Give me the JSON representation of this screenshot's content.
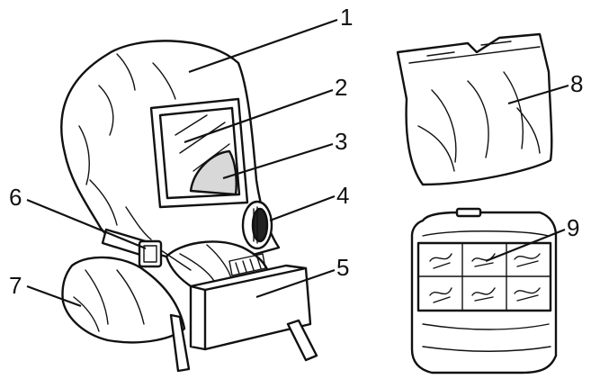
{
  "callouts": [
    {
      "id": "1",
      "label": "1"
    },
    {
      "id": "2",
      "label": "2"
    },
    {
      "id": "3",
      "label": "3"
    },
    {
      "id": "4",
      "label": "4"
    },
    {
      "id": "5",
      "label": "5"
    },
    {
      "id": "6",
      "label": "6"
    },
    {
      "id": "7",
      "label": "7"
    },
    {
      "id": "8",
      "label": "8"
    },
    {
      "id": "9",
      "label": "9"
    }
  ],
  "colors": {
    "ink": "#111111",
    "background": "#ffffff",
    "shade": "#d8d8d8"
  },
  "parts": {
    "hood": "hood-illustration",
    "visor": "visor-window",
    "nose_cup": "inner-nose-cup",
    "valve": "exhalation-valve",
    "filter_box": "filter-canister",
    "strap": "head-strap",
    "collar": "neck-collar",
    "bag": "storage-bag",
    "package": "sealed-package"
  }
}
